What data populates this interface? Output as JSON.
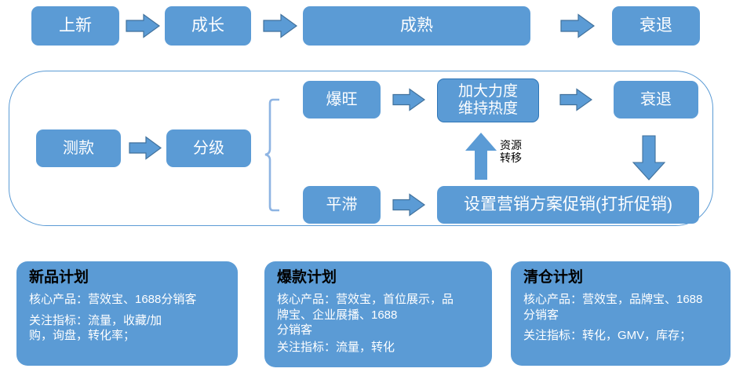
{
  "lifecycle_row": {
    "stages": [
      {
        "label": "上新"
      },
      {
        "label": "成长"
      },
      {
        "label": "成熟"
      },
      {
        "label": "衰退"
      }
    ],
    "arrow_icon": "arrow-right-icon"
  },
  "strategy_panel": {
    "start": {
      "label": "测款"
    },
    "grade": {
      "label": "分级"
    },
    "branch_icon": "left-bracket-icon",
    "branches": {
      "hot": {
        "label": "爆旺"
      },
      "slow": {
        "label": "平滞"
      }
    },
    "hot_action": {
      "label": "加大力度\n维持热度"
    },
    "hot_decline": {
      "label": "衰退"
    },
    "slow_action": {
      "label": "设置营销方案促销(打折促销)"
    },
    "transfer_label": "资源\n转移",
    "up_arrow_icon": "arrow-up-icon",
    "down_arrow_icon": "arrow-down-icon",
    "arrow_icon": "arrow-right-icon"
  },
  "plans": [
    {
      "title": "新品计划",
      "lines": [
        "核心产品：营效宝、1688分销客",
        "关注指标：流量，收藏/加\n购，询盘，转化率；"
      ]
    },
    {
      "title": "爆款计划",
      "lines": [
        "核心产品：营效宝，首位展示，品\n          牌宝、企业展播、1688\n          分销客",
        "关注指标：流量，转化"
      ]
    },
    {
      "title": "清仓计划",
      "lines": [
        "核心产品：营效宝，品牌宝、1688\n          分销客",
        "关注指标：转化，GMV，库存；"
      ]
    }
  ],
  "colors": {
    "node_fill": "#5B9BD5",
    "node_border": "#2E75B6",
    "arrow_fill": "#5B9BD5",
    "arrow_border": "#41719C",
    "container_border": "#5B9BD5",
    "bracket": "#8EB4E3",
    "title_text": "#000000",
    "body_text": "#FFFFFF"
  }
}
